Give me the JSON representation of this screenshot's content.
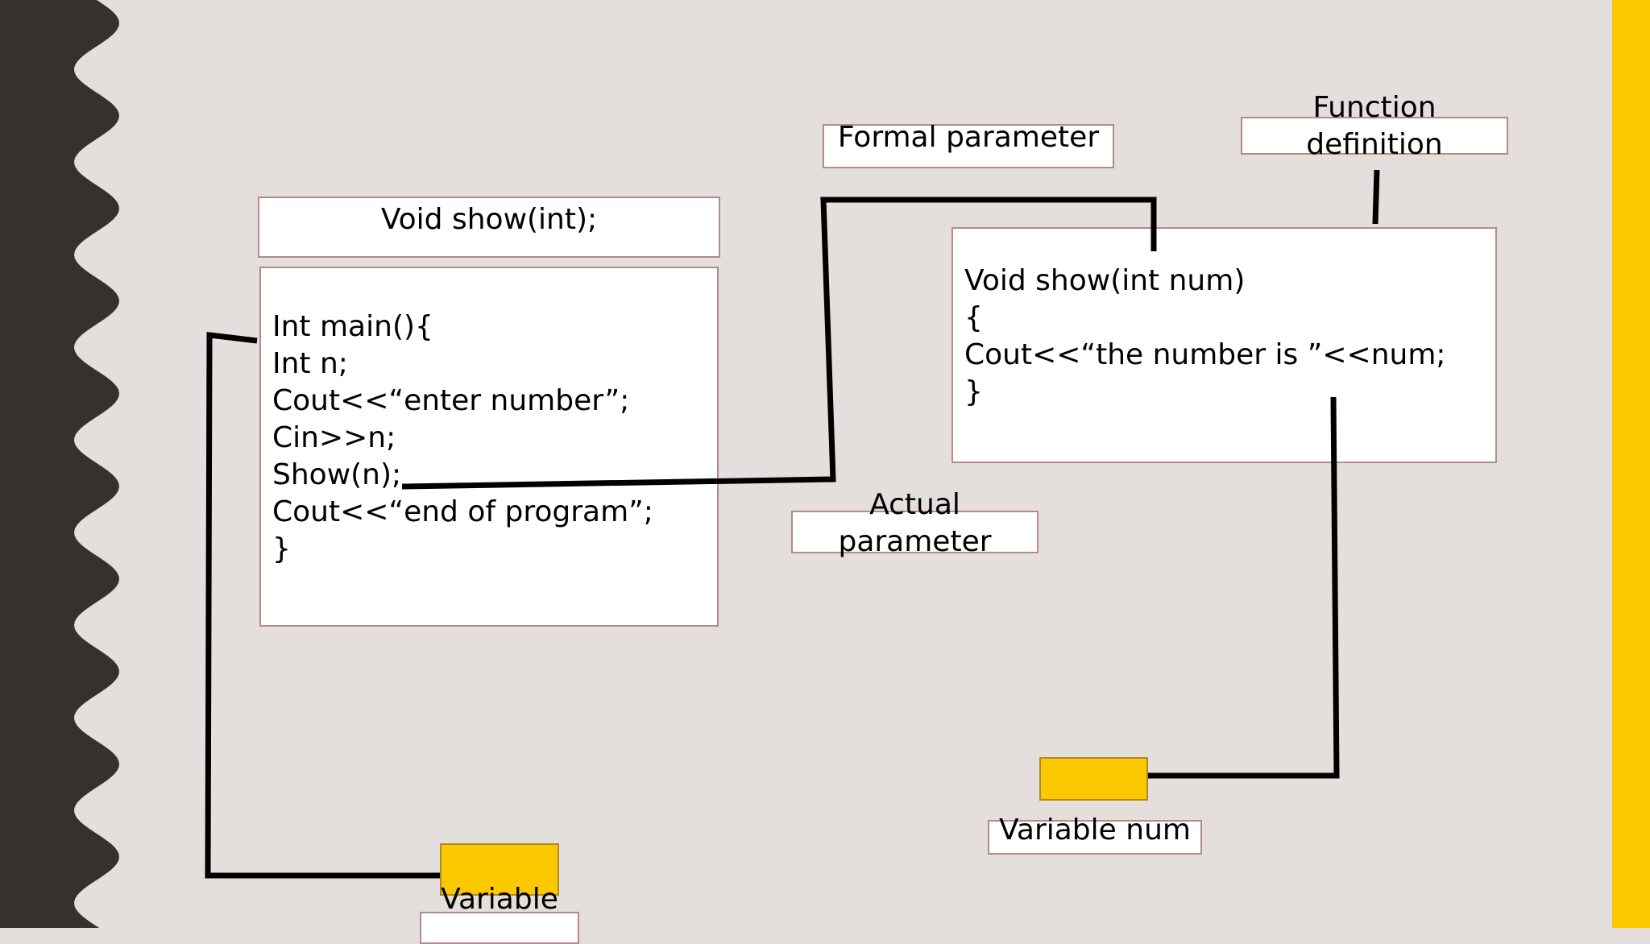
{
  "prototype_label": "Void show(int);",
  "main_code": [
    "Int main(){",
    "Int n;",
    "Cout<<“enter number”;",
    "Cin>>n;",
    "Show(n);",
    "Cout<<“end of program”;",
    "}"
  ],
  "function_code": [
    "Void show(int num)",
    "{",
    "Cout<<“the number is ”<<num;",
    "}"
  ],
  "labels": {
    "formal_parameter": "Formal parameter",
    "function_definition": "Function\ndefinition",
    "actual_parameter": "Actual\nparameter",
    "variable_num": "Variable num",
    "variable": "Variable"
  },
  "colors": {
    "background": "#e4dedc",
    "accent_yellow": "#fcc800",
    "left_band": "#36312e",
    "box_border": "#b48a8a"
  }
}
